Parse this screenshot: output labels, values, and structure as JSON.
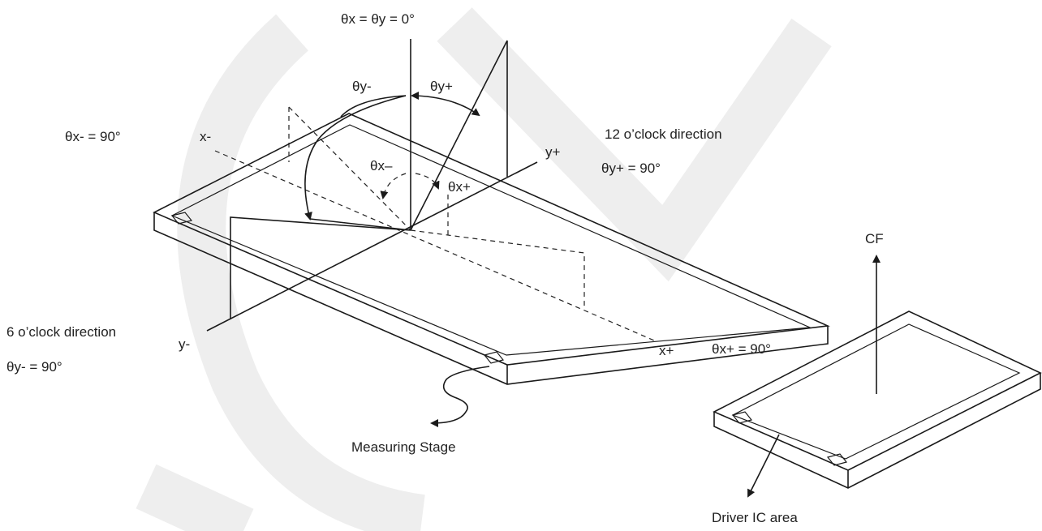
{
  "labels": {
    "theta_zero": "θx = θy = 0°",
    "theta_y_minus": "θy-",
    "theta_y_plus": "θy+",
    "theta_x_minus_90": "θx- = 90°",
    "x_minus": "x-",
    "theta_x_minus": "θx–",
    "theta_x_plus": "θx+",
    "y_plus": "y+",
    "twelve_oclock": "12 o’clock direction",
    "theta_y_plus_90": "θy+ = 90°",
    "six_oclock": "6 o’clock direction",
    "y_minus": "y-",
    "theta_y_minus_90": "θy- = 90°",
    "x_plus": "x+",
    "theta_x_plus_90": "θx+ = 90°",
    "measuring_stage": "Measuring Stage",
    "cf": "CF",
    "driver_ic_area": "Driver IC area"
  }
}
